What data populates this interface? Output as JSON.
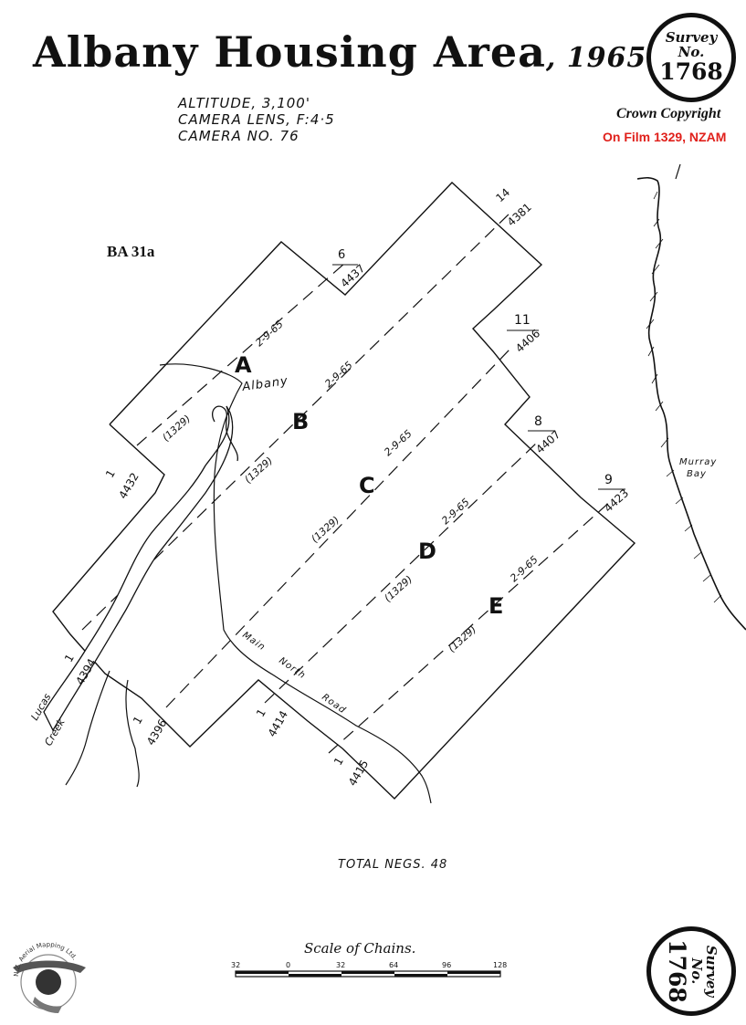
{
  "header": {
    "title": "Albany Housing Area",
    "title_year": ", 1965",
    "altitude": "Altitude, 3,100'",
    "camera_lens": "Camera Lens, F:4·5",
    "camera_no": "Camera No. 76",
    "copyright": "Crown Copyright",
    "film": "On Film 1329, NZAM",
    "ref": "BA 31a"
  },
  "badge": {
    "line1": "Survey",
    "line2": "No.",
    "number": "1768"
  },
  "map": {
    "place_albany": "Albany",
    "place_murray": "Murray",
    "place_bay": "Bay",
    "place_lucas": "Lucas",
    "place_creek": "Creek",
    "road_main": "Main",
    "road_north": "North",
    "road_road": "Road",
    "film_tag": "(1329)",
    "date": "2-9-65",
    "runs": [
      {
        "letter": "A",
        "start": {
          "n": "1",
          "frame": "4432"
        },
        "end": {
          "n": "6",
          "frame": "4437"
        }
      },
      {
        "letter": "B",
        "start": {
          "n": "1",
          "frame": "4394"
        },
        "end": {
          "n": "14",
          "frame": "4381"
        }
      },
      {
        "letter": "C",
        "start": {
          "n": "1",
          "frame": "4396"
        },
        "end": {
          "n": "11",
          "frame": "4406"
        }
      },
      {
        "letter": "D",
        "start": {
          "n": "1",
          "frame": "4414"
        },
        "end": {
          "n": "8",
          "frame": "4407"
        }
      },
      {
        "letter": "E",
        "start": {
          "n": "1",
          "frame": "4415"
        },
        "end": {
          "n": "9",
          "frame": "4423"
        }
      }
    ]
  },
  "footer": {
    "total_negs": "Total Negs. 48",
    "scale_title": "Scale of Chains.",
    "scale_ticks": [
      "32",
      "0",
      "32",
      "64",
      "96",
      "128"
    ],
    "logo_text": "N.Z. Aerial Mapping Ltd."
  },
  "colors": {
    "ink": "#111111",
    "red": "#e0201b"
  }
}
